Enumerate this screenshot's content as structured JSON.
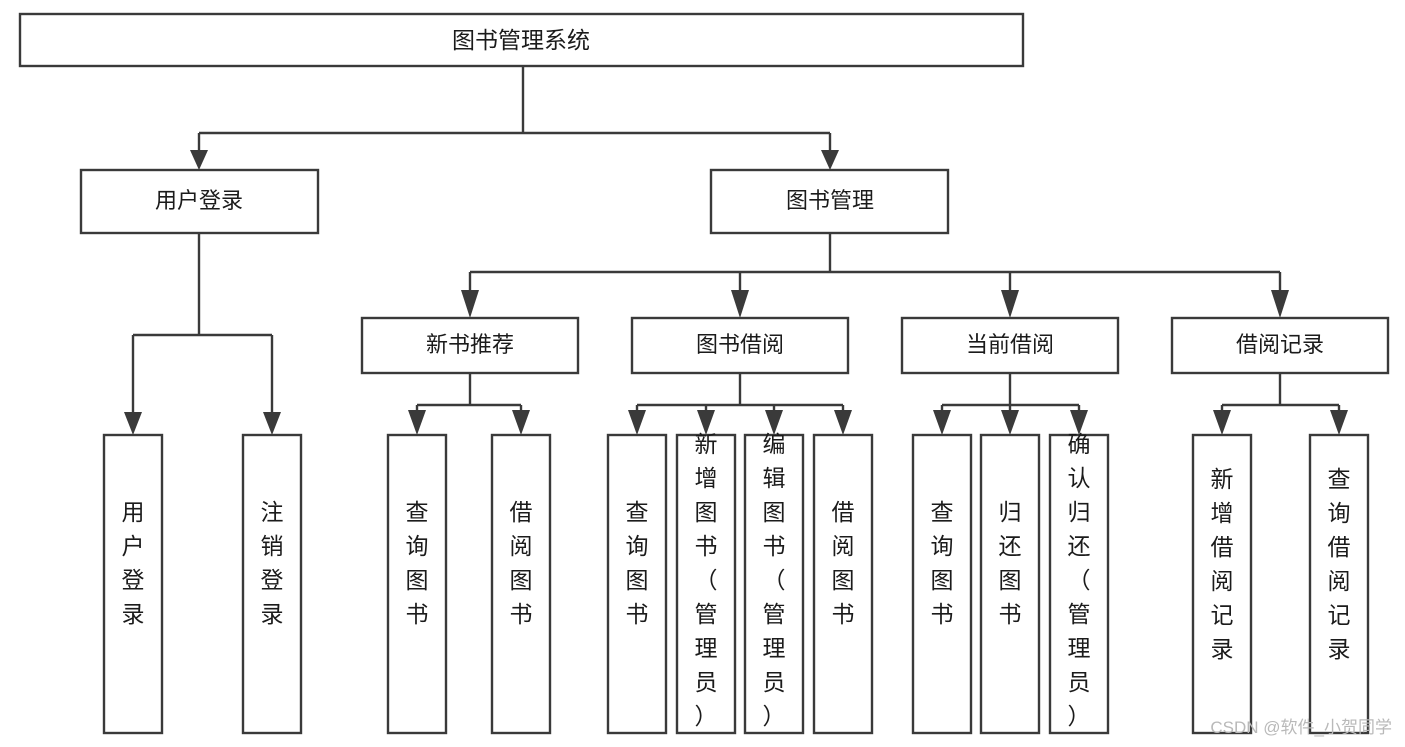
{
  "diagram": {
    "title": "图书管理系统",
    "type": "tree-hierarchy-chart",
    "orientation": "top-down",
    "colors": {
      "box_stroke": "#3a3a3a",
      "box_fill": "#ffffff",
      "text": "#1b1b1b",
      "connector": "#3a3a3a",
      "background": "#ffffff",
      "watermark": "#b9b9b9"
    },
    "root": {
      "label": "图书管理系统"
    },
    "level2": [
      {
        "label": "用户登录"
      },
      {
        "label": "图书管理"
      }
    ],
    "level3": [
      {
        "label": "新书推荐"
      },
      {
        "label": "图书借阅"
      },
      {
        "label": "当前借阅"
      },
      {
        "label": "借阅记录"
      }
    ],
    "leaves": {
      "user_login": [
        {
          "label": "用户登录"
        },
        {
          "label": "注销登录"
        }
      ],
      "new_book_recommend": [
        {
          "label": "查询图书"
        },
        {
          "label": "借阅图书"
        }
      ],
      "book_borrow": [
        {
          "label": "查询图书"
        },
        {
          "label": "新增图书（管理员）"
        },
        {
          "label": "编辑图书（管理员）"
        },
        {
          "label": "借阅图书"
        }
      ],
      "current_borrow": [
        {
          "label": "查询图书"
        },
        {
          "label": "归还图书"
        },
        {
          "label": "确认归还（管理员）"
        }
      ],
      "borrow_records": [
        {
          "label": "新增借阅记录"
        },
        {
          "label": "查询借阅记录"
        }
      ]
    }
  },
  "watermark": {
    "text": "CSDN @软件_小贺同学"
  }
}
